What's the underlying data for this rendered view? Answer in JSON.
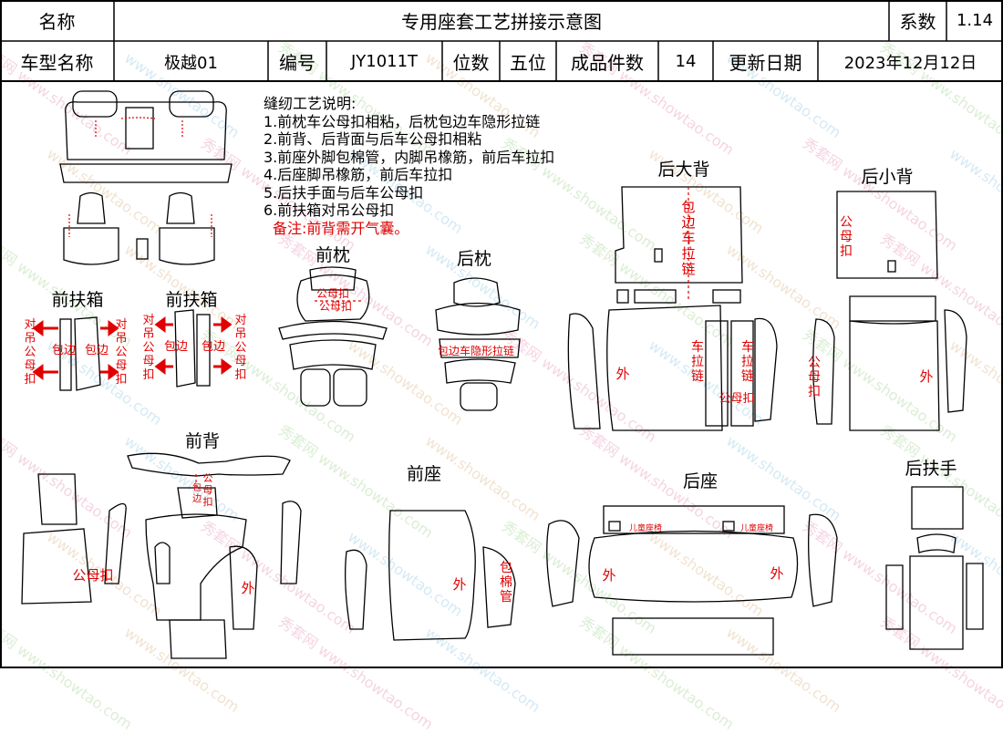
{
  "header": {
    "row1": {
      "name_label": "名称",
      "title": "专用座套工艺拼接示意图",
      "coef_label": "系数",
      "coef_value": "1.14"
    },
    "row2": {
      "model_label": "车型名称",
      "model_value": "极越01",
      "code_label": "编号",
      "code_value": "JY1011T",
      "seats_label": "位数",
      "seats_value": "五位",
      "pieces_label": "成品件数",
      "pieces_value": "14",
      "date_label": "更新日期",
      "date_value": "2023年12月12日"
    }
  },
  "notes": {
    "title": "缝纫工艺说明:",
    "items": [
      "1.前枕车公母扣相粘，后枕包边车隐形拉链",
      "2.前背、后背面与后车公母扣相粘",
      "3.前座外脚包棉管，内脚吊橡筋，前后车拉扣",
      "4.后座脚吊橡筋，前后车拉扣",
      "5.后扶手面与后车公母扣",
      "6.前扶箱对吊公母扣"
    ],
    "remark": "备注:前背需开气囊。"
  },
  "sections": {
    "front_armbox_1": "前扶箱",
    "front_armbox_2": "前扶箱",
    "front_headrest": "前枕",
    "rear_headrest": "后枕",
    "rear_big_back": "后大背",
    "rear_small_back": "后小背",
    "front_back": "前背",
    "front_seat": "前座",
    "rear_seat": "后座",
    "rear_armrest": "后扶手"
  },
  "labels": {
    "dui_diao_gong_mu_kou": "对吊公母扣",
    "bao_bian": "包边",
    "gong_mu_kou": "公母扣",
    "bao_bian_che_yin_xing_la_lian": "包边车隐形拉链",
    "bao_bian_che_la_lian": "包边车拉链",
    "che_la_lian": "车拉链",
    "gong_mu_kou_short": "公母扣",
    "wai": "外",
    "bao_mian_guan": "包棉管",
    "tong_zuo_yi": "儿童座椅",
    "gong_mu_kou_v": "公母扣"
  },
  "watermark": {
    "cn": "秀套网",
    "url": "www.showtao.com"
  },
  "colors": {
    "red": "#e00000",
    "line": "#000000"
  }
}
